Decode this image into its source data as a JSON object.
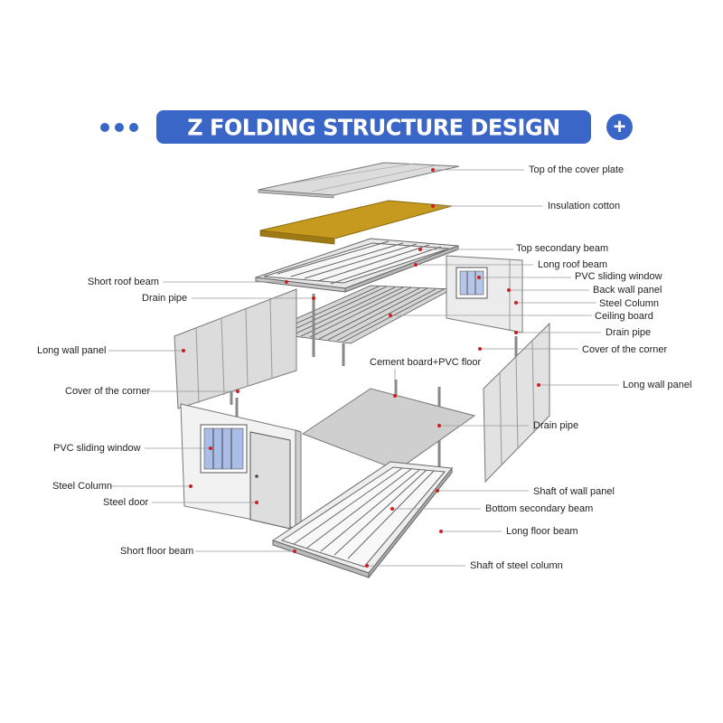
{
  "header": {
    "title": "Z FOLDING STRUCTURE DESIGN",
    "plus_symbol": "+"
  },
  "colors": {
    "accent": "#3a66c8",
    "insulation": "#c59a1e",
    "marker": "#cc1f1f",
    "leader": "#9a9a9a"
  },
  "labels": {
    "top_cover_plate": "Top of the cover plate",
    "insulation_cotton": "Insulation cotton",
    "top_secondary_beam": "Top secondary beam",
    "long_roof_beam": "Long roof beam",
    "pvc_window_right": "PVC sliding window",
    "back_wall_panel": "Back wall panel",
    "steel_column_right": "Steel Column",
    "ceiling_board": "Ceiling board",
    "drain_pipe_right_top": "Drain pipe",
    "cover_corner_right": "Cover of the corner",
    "long_wall_panel_right": "Long wall panel",
    "drain_pipe_right_mid": "Drain pipe",
    "shaft_wall_panel": "Shaft of wall panel",
    "bottom_secondary_beam": "Bottom secondary beam",
    "long_floor_beam": "Long floor beam",
    "shaft_steel_column": "Shaft of steel column",
    "short_roof_beam": "Short roof beam",
    "drain_pipe_left": "Drain pipe",
    "long_wall_panel_left": "Long wall panel",
    "cement_board": "Cement board+PVC floor",
    "cover_corner_left": "Cover of the corner",
    "pvc_window_left": "PVC sliding window",
    "steel_column_left": "Steel Column",
    "steel_door": "Steel door",
    "short_floor_beam": "Short floor beam"
  }
}
